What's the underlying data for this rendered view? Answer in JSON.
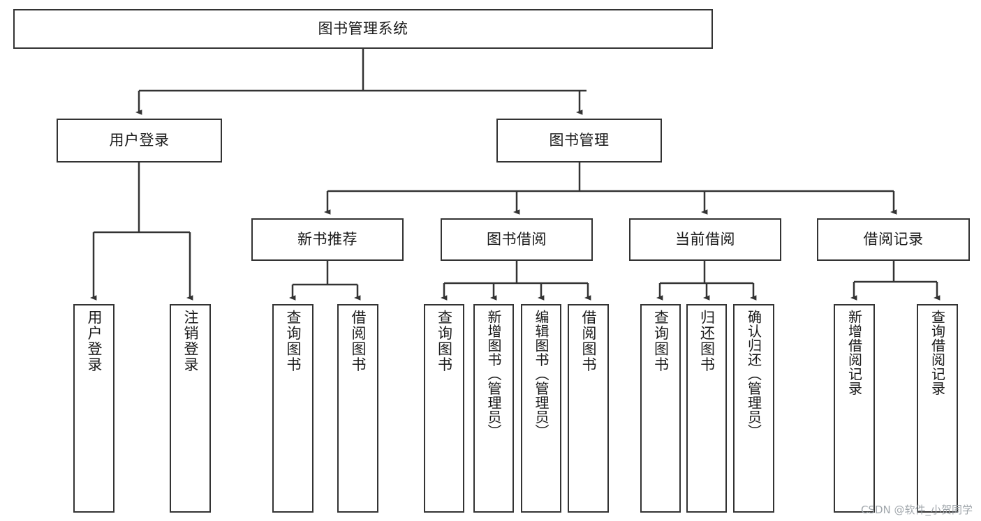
{
  "diagram": {
    "type": "tree-hierarchy",
    "title": "图书管理系统",
    "orientation": "top-down",
    "root": {
      "id": "root",
      "label": "图书管理系统",
      "text_direction": "horizontal"
    },
    "level2": [
      {
        "id": "user-login",
        "label": "用户登录",
        "text_direction": "horizontal"
      },
      {
        "id": "book-manage",
        "label": "图书管理",
        "text_direction": "horizontal"
      }
    ],
    "level3": [
      {
        "id": "new-book-recommend",
        "label": "新书推荐",
        "parent": "book-manage",
        "text_direction": "horizontal"
      },
      {
        "id": "book-borrow",
        "label": "图书借阅",
        "parent": "book-manage",
        "text_direction": "horizontal"
      },
      {
        "id": "current-borrow",
        "label": "当前借阅",
        "parent": "book-manage",
        "text_direction": "horizontal"
      },
      {
        "id": "borrow-record",
        "label": "借阅记录",
        "parent": "book-manage",
        "text_direction": "horizontal"
      }
    ],
    "leaves": [
      {
        "id": "leaf-user-login",
        "label": "用户登录",
        "parent": "user-login",
        "text_direction": "vertical"
      },
      {
        "id": "leaf-logout",
        "label": "注销登录",
        "parent": "user-login",
        "text_direction": "vertical"
      },
      {
        "id": "leaf-query-book-rec",
        "label": "查询图书",
        "parent": "new-book-recommend",
        "text_direction": "vertical"
      },
      {
        "id": "leaf-borrow-book-rec",
        "label": "借阅图书",
        "parent": "new-book-recommend",
        "text_direction": "vertical"
      },
      {
        "id": "leaf-query-book-borrow",
        "label": "查询图书",
        "parent": "book-borrow",
        "text_direction": "vertical"
      },
      {
        "id": "leaf-add-book",
        "label": "新增图书（管理员）",
        "parent": "book-borrow",
        "text_direction": "vertical"
      },
      {
        "id": "leaf-edit-book",
        "label": "编辑图书（管理员）",
        "parent": "book-borrow",
        "text_direction": "vertical"
      },
      {
        "id": "leaf-borrow-book",
        "label": "借阅图书",
        "parent": "book-borrow",
        "text_direction": "vertical"
      },
      {
        "id": "leaf-query-book-cur",
        "label": "查询图书",
        "parent": "current-borrow",
        "text_direction": "vertical"
      },
      {
        "id": "leaf-return-book",
        "label": "归还图书",
        "parent": "current-borrow",
        "text_direction": "vertical"
      },
      {
        "id": "leaf-confirm-return",
        "label": "确认归还（管理员）",
        "parent": "current-borrow",
        "text_direction": "vertical"
      },
      {
        "id": "leaf-add-record",
        "label": "新增借阅记录",
        "parent": "borrow-record",
        "text_direction": "vertical"
      },
      {
        "id": "leaf-query-record",
        "label": "查询借阅记录",
        "parent": "borrow-record",
        "text_direction": "vertical"
      }
    ],
    "colors": {
      "box_border": "#333333",
      "box_fill": "#ffffff",
      "connector": "#333333",
      "text": "#1a1a1a",
      "watermark": "#9aa0a6",
      "background": "#ffffff"
    }
  },
  "watermark": {
    "text": "CSDN @软件_小贺同学"
  }
}
